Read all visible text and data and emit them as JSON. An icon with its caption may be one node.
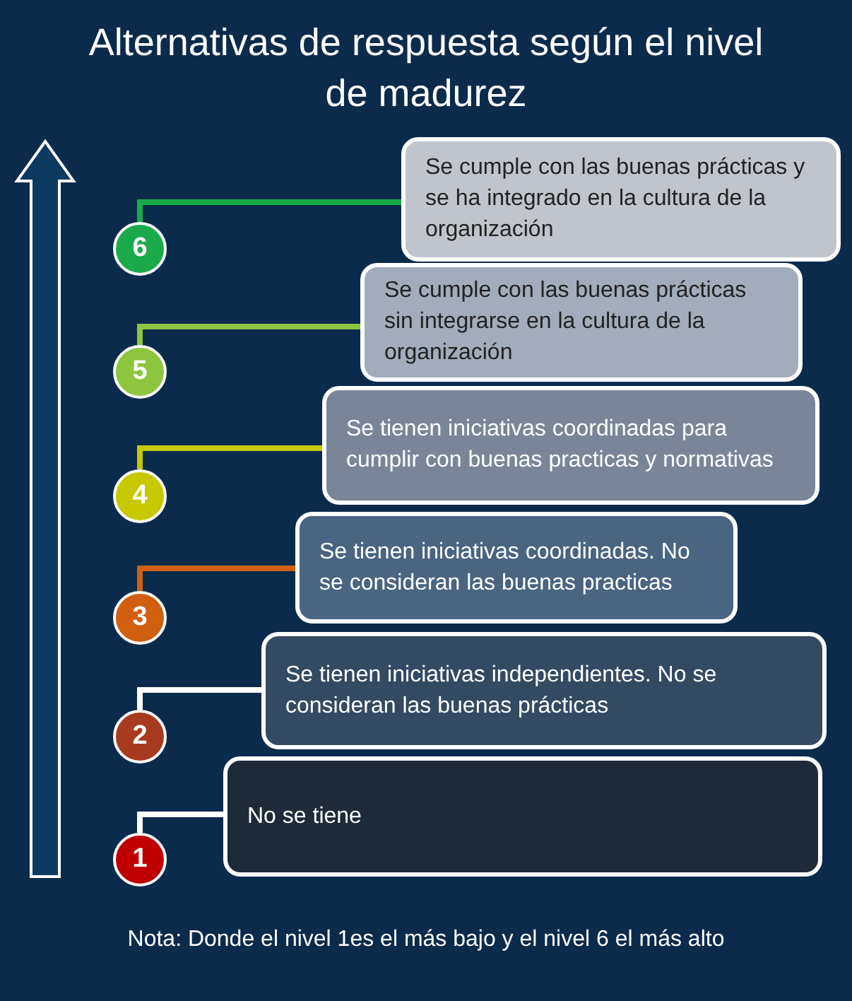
{
  "diagram": {
    "title": "Alternativas de respuesta según el nivel de madurez",
    "caption": "Nota: Donde el nivel 1es el más bajo y el nivel 6 el más alto",
    "nodes": [
      {
        "text": [
          "Se cumple con las buenas prácticas y se ha integrado en la cultura de la organización"
        ]
      },
      {
        "text": [
          "6"
        ]
      },
      {
        "text": [
          "Se cumple con las buenas prácticas sin integrarse en la cultura de la organización"
        ]
      },
      {
        "text": [
          "5"
        ]
      },
      {
        "text": [
          "Se tienen iniciativas coordinadas para cumplir con buenas practicas y normativas"
        ]
      },
      {
        "text": [
          "4"
        ]
      },
      {
        "text": [
          "Se tienen iniciativas coordinadas. No se consideran las buenas practicas"
        ]
      },
      {
        "text": [
          "3"
        ]
      },
      {
        "text": [
          "Se tienen iniciativas independientes. No se consideran las buenas prácticas"
        ]
      },
      {
        "text": [
          "2"
        ]
      },
      {
        "text": [
          "No se tiene"
        ]
      },
      {
        "text": [
          "1"
        ]
      }
    ],
    "edges": [
      {
        "from": 1,
        "to": 0,
        "arrow": "none",
        "color": "#1aaa4a"
      },
      {
        "from": 3,
        "to": 2,
        "arrow": "none",
        "color": "#8cc63f"
      },
      {
        "from": 5,
        "to": 4,
        "arrow": "none",
        "color": "#c8c800"
      },
      {
        "from": 7,
        "to": 6,
        "arrow": "none",
        "color": "#d06010"
      },
      {
        "from": 9,
        "to": 8,
        "arrow": "none"
      },
      {
        "from": 11,
        "to": 10,
        "arrow": "none"
      }
    ]
  }
}
